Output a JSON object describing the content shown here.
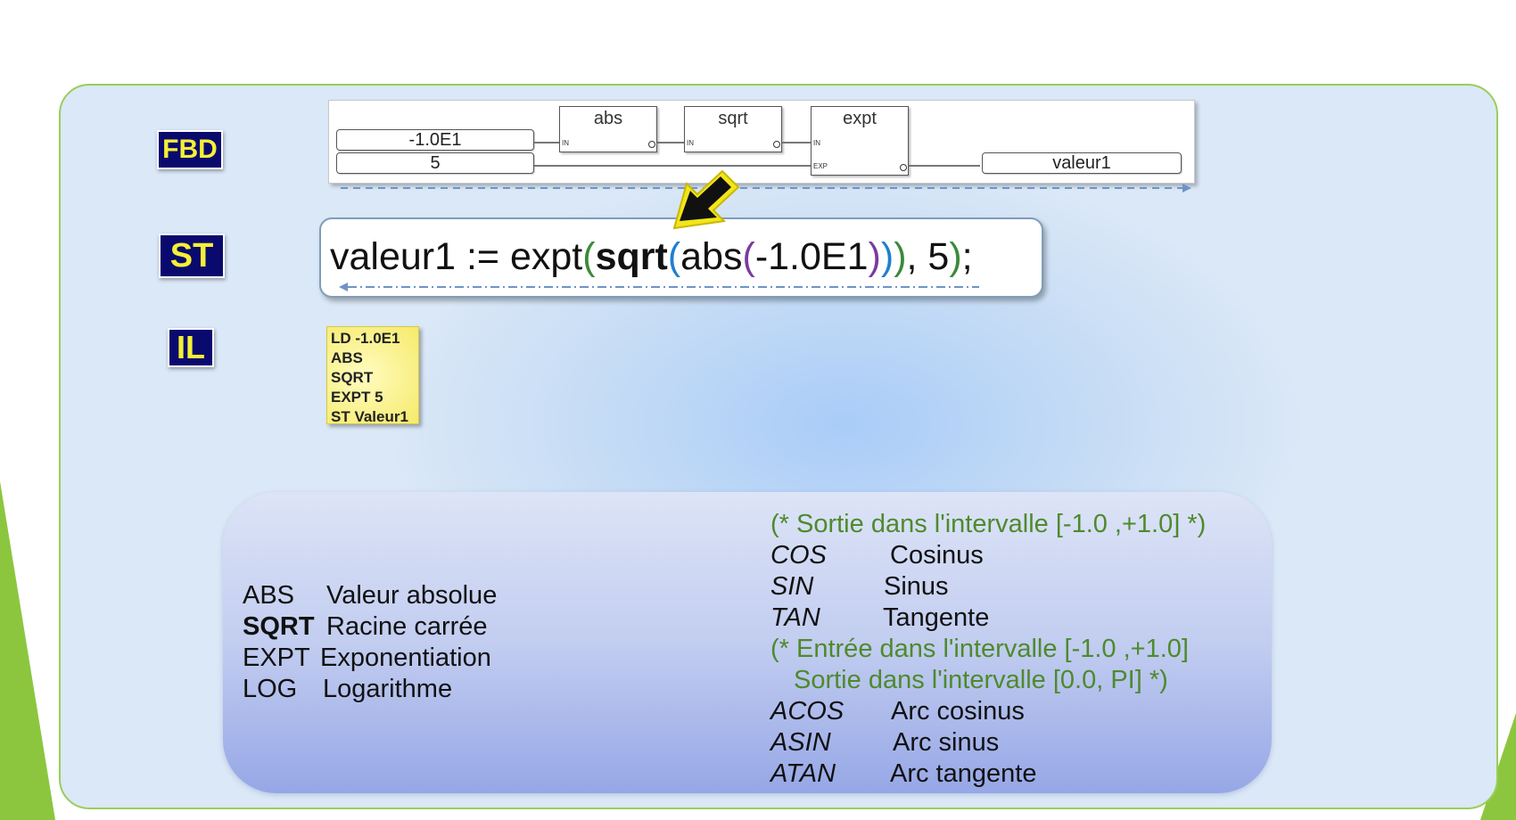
{
  "labels": {
    "fbd": "FBD",
    "st": "ST",
    "il": "IL"
  },
  "fbd": {
    "inputs": [
      "-1.0E1",
      "5"
    ],
    "blocks": [
      {
        "name": "abs",
        "pins_in": [
          "IN"
        ]
      },
      {
        "name": "sqrt",
        "pins_in": [
          "IN"
        ]
      },
      {
        "name": "expt",
        "pins_in": [
          "IN",
          "EXP"
        ]
      }
    ],
    "output": "valeur1"
  },
  "st": {
    "tokens": {
      "t1": "valeur1 := expt",
      "t2": "(",
      "t3": "sqrt",
      "t4": "(",
      "t5": "abs",
      "t6": "(",
      "t7": "-1.0E1",
      "t8": ")",
      "t9": ")",
      "t10": ")",
      "t11": ", 5",
      "t12": ")",
      "t13": ";"
    }
  },
  "il": {
    "lines": [
      "LD -1.0E1",
      "ABS",
      "SQRT",
      "EXPT 5",
      "ST Valeur1"
    ]
  },
  "functions_left": [
    {
      "name": "ABS",
      "desc": "Valeur absolue"
    },
    {
      "name": "SQRT",
      "desc": "Racine carrée"
    },
    {
      "name": "EXPT",
      "desc": "Exponentiation"
    },
    {
      "name": "LOG",
      "desc": "Logarithme"
    }
  ],
  "functions_right": {
    "comment1": "(* Sortie dans l'intervalle [-1.0 ,+1.0] *)",
    "group1": [
      {
        "name": "COS",
        "desc": "Cosinus"
      },
      {
        "name": "SIN",
        "desc": "Sinus"
      },
      {
        "name": "TAN",
        "desc": "Tangente"
      }
    ],
    "comment2a": "(* Entrée dans l'intervalle [-1.0 ,+1.0]",
    "comment2b": "Sortie dans l'intervalle [0.0, PI] *)",
    "group2": [
      {
        "name": "ACOS",
        "desc": "Arc cosinus"
      },
      {
        "name": "ASIN",
        "desc": "Arc sinus"
      },
      {
        "name": "ATAN",
        "desc": "Arc tangente"
      }
    ]
  },
  "colors": {
    "label_bg": "#0a0a6e",
    "label_fg": "#f5f035",
    "comment_green": "#4e8a2c",
    "paren_green": "#3a8a3a",
    "paren_blue": "#1f7fd0",
    "paren_purple": "#7a3aa0",
    "border_green": "#9acd5a",
    "arrow_yellow": "#f2e61a"
  }
}
